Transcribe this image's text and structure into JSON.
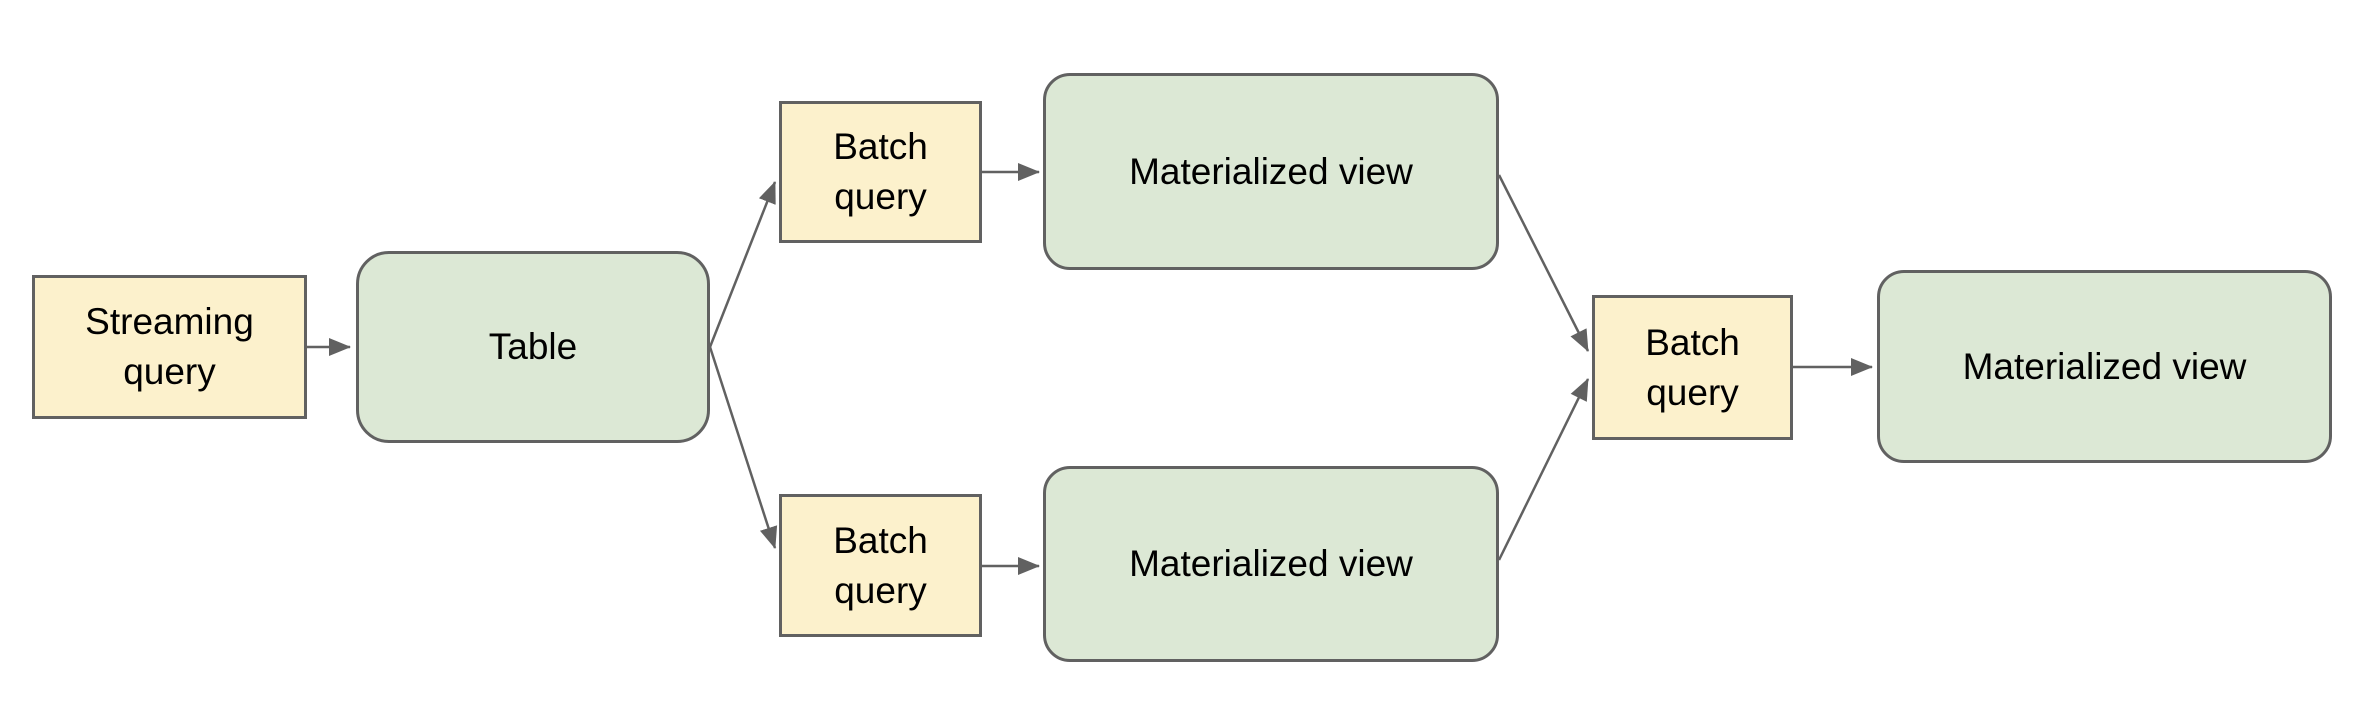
{
  "nodes": {
    "streaming_query": {
      "label": "Streaming\nquery",
      "kind": "query"
    },
    "table": {
      "label": "Table",
      "kind": "data"
    },
    "batch_query_top": {
      "label": "Batch\nquery",
      "kind": "query"
    },
    "materialized_view_top": {
      "label": "Materialized view",
      "kind": "data"
    },
    "batch_query_bottom": {
      "label": "Batch\nquery",
      "kind": "query"
    },
    "materialized_view_bottom": {
      "label": "Materialized view",
      "kind": "data"
    },
    "batch_query_right": {
      "label": "Batch\nquery",
      "kind": "query"
    },
    "materialized_view_right": {
      "label": "Materialized view",
      "kind": "data"
    }
  },
  "edges": [
    {
      "from": "streaming_query",
      "to": "table"
    },
    {
      "from": "table",
      "to": "batch_query_top"
    },
    {
      "from": "batch_query_top",
      "to": "materialized_view_top"
    },
    {
      "from": "table",
      "to": "batch_query_bottom"
    },
    {
      "from": "batch_query_bottom",
      "to": "materialized_view_bottom"
    },
    {
      "from": "materialized_view_top",
      "to": "batch_query_right"
    },
    {
      "from": "materialized_view_bottom",
      "to": "batch_query_right"
    },
    {
      "from": "batch_query_right",
      "to": "materialized_view_right"
    }
  ],
  "colors": {
    "query_node_fill": "#fcf1cc",
    "data_node_fill": "#dce8d5",
    "node_border": "#616161",
    "arrow": "#616161",
    "text": "#000000",
    "background": "#ffffff"
  }
}
